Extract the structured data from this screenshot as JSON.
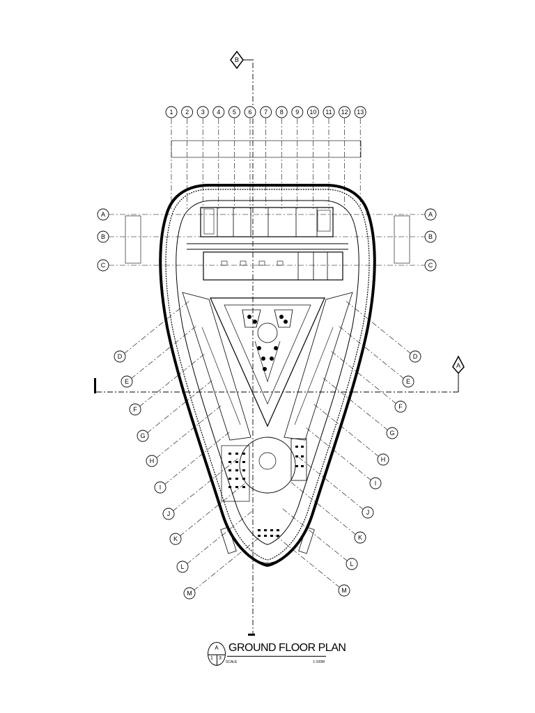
{
  "drawing": {
    "title": "GROUND FLOOR PLAN",
    "ref_letter": "A",
    "sheet_number": "1",
    "sheet_total": "3",
    "scale_label": "SCALE",
    "scale_value": "1:100M"
  },
  "section_markers": {
    "top": "B",
    "right": "A"
  },
  "grid": {
    "columns": [
      "1",
      "2",
      "3",
      "4",
      "5",
      "6",
      "7",
      "8",
      "9",
      "10",
      "11",
      "12",
      "13"
    ],
    "rows": [
      "A",
      "B",
      "C",
      "D",
      "E",
      "F",
      "G",
      "H",
      "I",
      "J",
      "K",
      "L",
      "M"
    ]
  },
  "colors": {
    "line": "#000000",
    "background": "#ffffff"
  }
}
